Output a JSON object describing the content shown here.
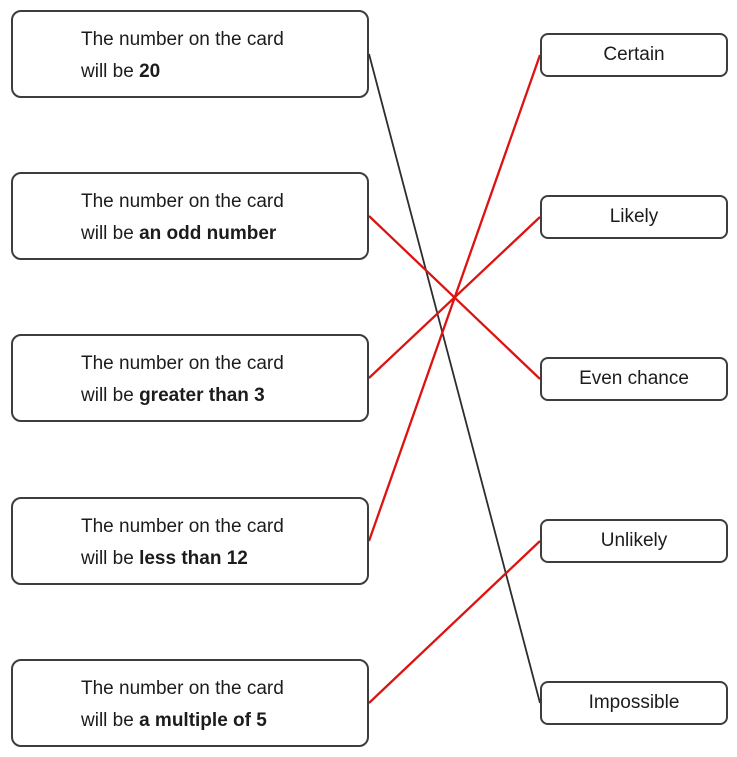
{
  "activity": {
    "left_items": [
      {
        "line1": "The number on the card",
        "line2_prefix": "will be ",
        "line2_bold": "20"
      },
      {
        "line1": "The number on the card",
        "line2_prefix": "will be ",
        "line2_bold": "an odd number"
      },
      {
        "line1": "The number on the card",
        "line2_prefix": "will be ",
        "line2_bold": "greater than 3"
      },
      {
        "line1": "The number on the card",
        "line2_prefix": "will be ",
        "line2_bold": "less than 12"
      },
      {
        "line1": "The number on the card",
        "line2_prefix": "will be ",
        "line2_bold": "a multiple of 5"
      }
    ],
    "right_items": [
      {
        "label": "Certain"
      },
      {
        "label": "Likely"
      },
      {
        "label": "Even chance"
      },
      {
        "label": "Unlikely"
      },
      {
        "label": "Impossible"
      }
    ],
    "connections": [
      {
        "from": 0,
        "to": 4,
        "color": "line_black"
      },
      {
        "from": 1,
        "to": 2,
        "color": "line_red"
      },
      {
        "from": 2,
        "to": 1,
        "color": "line_red"
      },
      {
        "from": 3,
        "to": 0,
        "color": "line_red"
      },
      {
        "from": 4,
        "to": 3,
        "color": "line_red"
      }
    ]
  },
  "colors": {
    "line_black": "#2d2d2d",
    "line_red": "#dc1310",
    "box_border": "#3d3d3d",
    "text": "#1c1c1c",
    "background": "#ffffff"
  }
}
